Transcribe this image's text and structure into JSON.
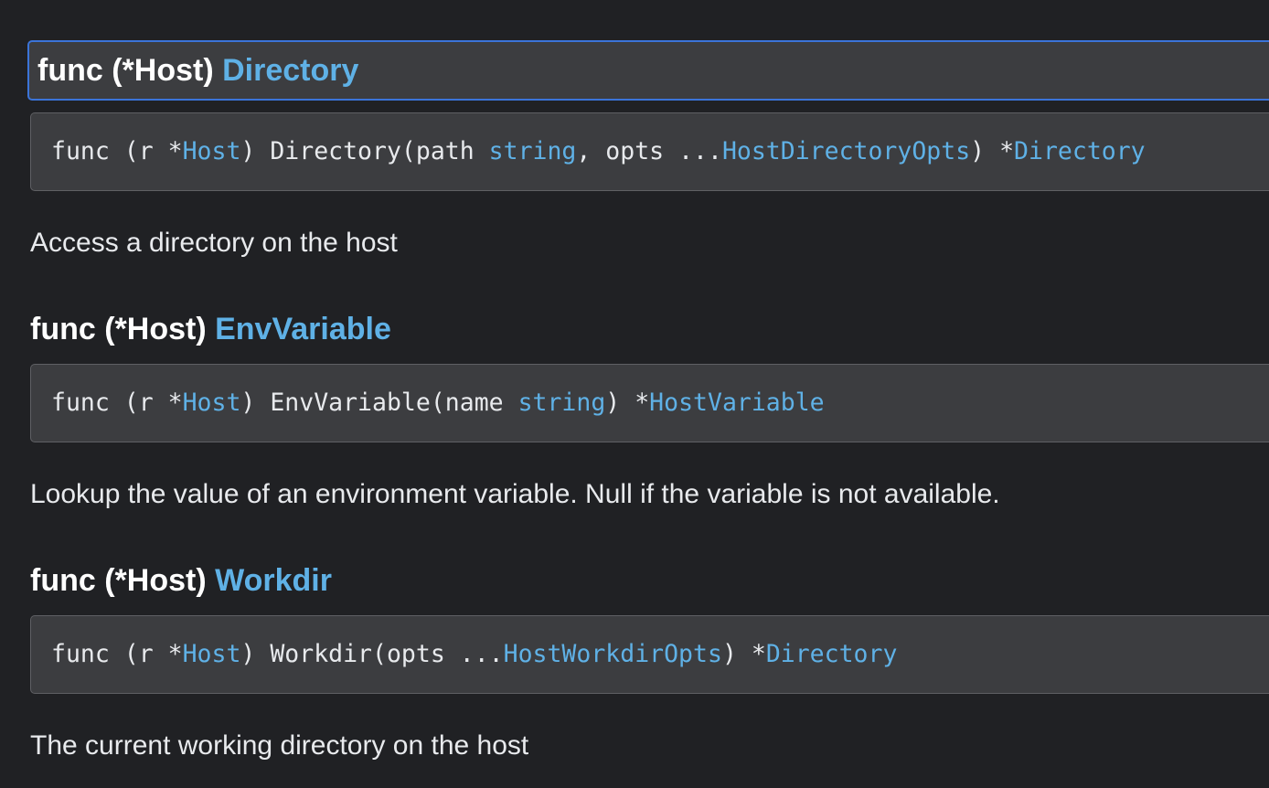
{
  "methods": [
    {
      "heading_prefix": "func (*Host) ",
      "heading_name": "Directory",
      "focused": true,
      "signature": {
        "t1": "func (r *",
        "l1": "Host",
        "t2": ") Directory(path ",
        "l2": "string",
        "t3": ", opts ...",
        "l3": "HostDirectoryOpts",
        "t4": ") *",
        "l4": "Directory"
      },
      "description": "Access a directory on the host"
    },
    {
      "heading_prefix": "func (*Host) ",
      "heading_name": "EnvVariable",
      "focused": false,
      "signature": {
        "t1": "func (r *",
        "l1": "Host",
        "t2": ") EnvVariable(name ",
        "l2": "string",
        "t3": ") *",
        "l3": "HostVariable"
      },
      "description": "Lookup the value of an environment variable. Null if the variable is not available."
    },
    {
      "heading_prefix": "func (*Host) ",
      "heading_name": "Workdir",
      "focused": false,
      "signature": {
        "t1": "func (r *",
        "l1": "Host",
        "t2": ") Workdir(opts ...",
        "l2": "HostWorkdirOpts",
        "t3": ") *",
        "l3": "Directory"
      },
      "description": "The current working directory on the host"
    }
  ],
  "colors": {
    "background": "#202124",
    "code_background": "#3c3d40",
    "link": "#5fb1e6",
    "focus_ring": "#3b74d9",
    "text": "#e8eaed"
  }
}
